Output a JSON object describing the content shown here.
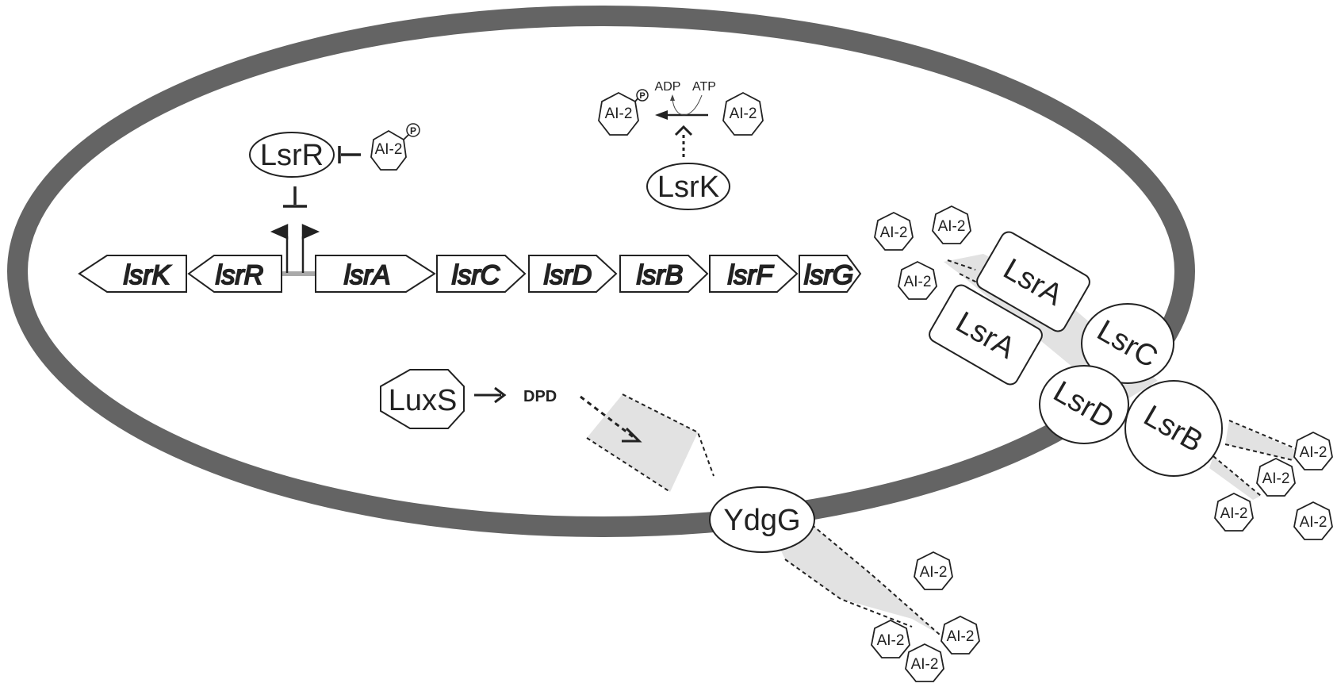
{
  "colors": {
    "membrane": "#646464",
    "channel": "#e2e2e2",
    "stroke": "#222222",
    "promoter_line": "#aaaaaa"
  },
  "genes": [
    {
      "label": "lsrK",
      "direction": "left"
    },
    {
      "label": "lsrR",
      "direction": "left"
    },
    {
      "label": "lsrA",
      "direction": "right"
    },
    {
      "label": "lsrC",
      "direction": "right"
    },
    {
      "label": "lsrD",
      "direction": "right"
    },
    {
      "label": "lsrB",
      "direction": "right"
    },
    {
      "label": "lsrF",
      "direction": "right"
    },
    {
      "label": "lsrG",
      "direction": "right"
    }
  ],
  "regulator": {
    "label": "LsrR",
    "ligand": "AI-2",
    "phospho": "P"
  },
  "kinase": {
    "label": "LsrK",
    "substrate": "AI-2",
    "product": "AI-2",
    "phospho": "P",
    "adp": "ADP",
    "atp": "ATP"
  },
  "synthesis": {
    "enzyme": "LuxS",
    "product": "DPD"
  },
  "exporter": {
    "label": "YdgG"
  },
  "transporter": {
    "atpase_1": "LsrA",
    "atpase_2": "LsrA",
    "permease_c": "LsrC",
    "permease_d": "LsrD",
    "binding": "LsrB"
  },
  "ai2_molecules": {
    "inner_1": "AI-2",
    "inner_2": "AI-2",
    "inner_3": "AI-2",
    "right_1": "AI-2",
    "right_2": "AI-2",
    "right_3": "AI-2",
    "right_4": "AI-2",
    "bottom_1": "AI-2",
    "bottom_2": "AI-2",
    "bottom_3": "AI-2",
    "bottom_4": "AI-2"
  }
}
